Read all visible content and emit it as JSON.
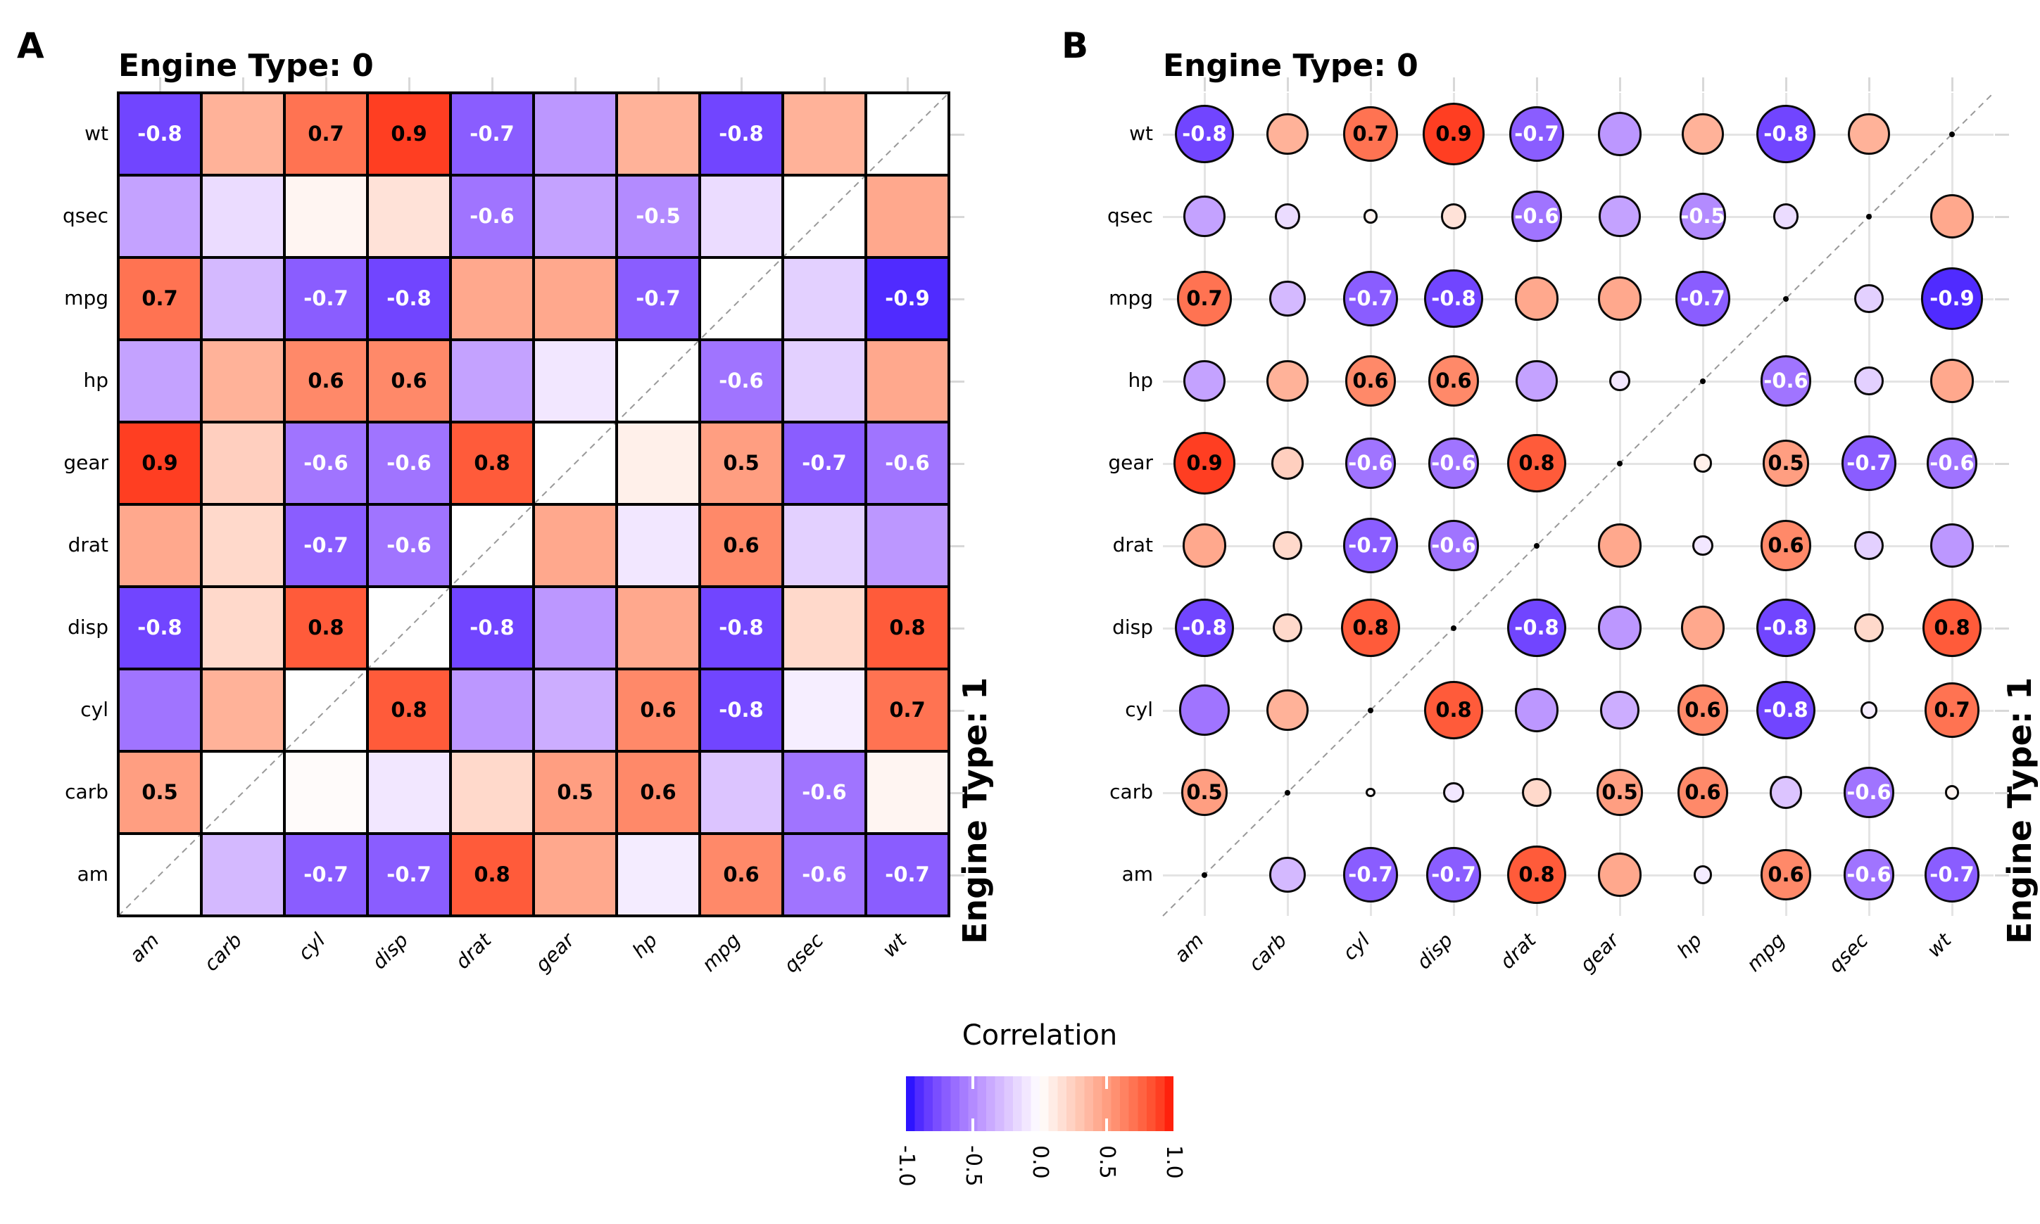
{
  "figure": {
    "panels": [
      {
        "id": "A",
        "letter": "A",
        "title": "Engine Type: 0",
        "right_label": "Engine Type: 1"
      },
      {
        "id": "B",
        "letter": "B",
        "title": "Engine Type: 0",
        "right_label": "Engine Type: 1"
      }
    ],
    "legend": {
      "title": "Correlation",
      "tick_labels": [
        "-1.0",
        "-0.5",
        "0.0",
        "0.5",
        "1.0"
      ],
      "range": [
        -1,
        1
      ]
    },
    "colors": {
      "scale_low": "#0000ff",
      "scale_mid": "#ffffff",
      "scale_high": "#ff0000",
      "cell_border": "#000000",
      "grid_line": "#e4e4e4",
      "tick_mark": "#d8d8d8",
      "diagonal_dash": "#999999",
      "diagonal_dot": "#000000",
      "negative_label_text": "#ffffff",
      "positive_label_text": "#000000"
    }
  },
  "chart_data": [
    {
      "panel": "A",
      "type": "heatmap",
      "title": "Engine Type: 0",
      "right_label": "Engine Type: 1",
      "description": "Correlation matrix heatmap. Upper-left triangle = Engine Type 0, lower-right triangle = Engine Type 1, blank diagonal crossed by a dashed identity line. Numeric labels printed only where |r| >= 0.5.",
      "x_categories": [
        "am",
        "carb",
        "cyl",
        "disp",
        "drat",
        "gear",
        "hp",
        "mpg",
        "qsec",
        "wt"
      ],
      "y_categories_top_to_bottom": [
        "wt",
        "qsec",
        "mpg",
        "hp",
        "gear",
        "drat",
        "disp",
        "cyl",
        "carb",
        "am"
      ],
      "color_scale_limits": [
        -1,
        1
      ],
      "values": [
        [
          -0.8,
          0.4,
          0.7,
          0.9,
          -0.7,
          -0.45,
          0.4,
          -0.8,
          0.4,
          null
        ],
        [
          -0.4,
          -0.15,
          0.05,
          0.15,
          -0.6,
          -0.4,
          -0.5,
          -0.15,
          null,
          0.45
        ],
        [
          0.7,
          -0.3,
          -0.7,
          -0.8,
          0.45,
          0.45,
          -0.7,
          null,
          -0.2,
          -0.9
        ],
        [
          -0.4,
          0.4,
          0.6,
          0.6,
          -0.4,
          -0.1,
          null,
          -0.6,
          -0.2,
          0.45
        ],
        [
          0.9,
          0.25,
          -0.6,
          -0.6,
          0.8,
          null,
          0.08,
          0.5,
          -0.7,
          -0.6
        ],
        [
          0.45,
          0.2,
          -0.7,
          -0.6,
          null,
          0.45,
          -0.1,
          0.6,
          -0.2,
          -0.45
        ],
        [
          -0.8,
          0.2,
          0.8,
          null,
          -0.8,
          -0.45,
          0.45,
          -0.8,
          0.2,
          0.8
        ],
        [
          -0.6,
          0.4,
          null,
          0.8,
          -0.45,
          -0.35,
          0.6,
          -0.8,
          -0.07,
          0.7
        ],
        [
          0.5,
          null,
          0.02,
          -0.1,
          0.2,
          0.5,
          0.6,
          -0.25,
          -0.6,
          0.05
        ],
        [
          null,
          -0.3,
          -0.7,
          -0.7,
          0.8,
          0.45,
          -0.08,
          0.6,
          -0.6,
          -0.7
        ]
      ],
      "labels": [
        [
          "-0.8",
          null,
          "0.7",
          "0.9",
          "-0.7",
          null,
          null,
          "-0.8",
          null,
          null
        ],
        [
          null,
          null,
          null,
          null,
          "-0.6",
          null,
          "-0.5",
          null,
          null,
          null
        ],
        [
          "0.7",
          null,
          "-0.7",
          "-0.8",
          null,
          null,
          "-0.7",
          null,
          null,
          "-0.9"
        ],
        [
          null,
          null,
          "0.6",
          "0.6",
          null,
          null,
          null,
          "-0.6",
          null,
          null
        ],
        [
          "0.9",
          null,
          "-0.6",
          "-0.6",
          "0.8",
          null,
          null,
          "0.5",
          "-0.7",
          "-0.6"
        ],
        [
          null,
          null,
          "-0.7",
          "-0.6",
          null,
          null,
          null,
          "0.6",
          null,
          null
        ],
        [
          "-0.8",
          null,
          "0.8",
          null,
          "-0.8",
          null,
          null,
          "-0.8",
          null,
          "0.8"
        ],
        [
          null,
          null,
          null,
          "0.8",
          null,
          null,
          "0.6",
          "-0.8",
          null,
          "0.7"
        ],
        [
          "0.5",
          null,
          null,
          null,
          null,
          "0.5",
          "0.6",
          null,
          "-0.6",
          null
        ],
        [
          null,
          null,
          "-0.7",
          "-0.7",
          "0.8",
          null,
          null,
          "0.6",
          "-0.6",
          "-0.7"
        ]
      ]
    },
    {
      "panel": "B",
      "type": "scatter",
      "subtype": "circle-correlogram",
      "title": "Engine Type: 0",
      "right_label": "Engine Type: 1",
      "description": "Same correlation matrix as panel A drawn as filled circles on a light grey grid; circle diameter grows with |r| (diameter proportional to sqrt(|r|)); same numeric labels; diagonal shown as tiny black dots along a dashed identity line.",
      "same_matrix_as_panel": "A",
      "x_categories": [
        "am",
        "carb",
        "cyl",
        "disp",
        "drat",
        "gear",
        "hp",
        "mpg",
        "qsec",
        "wt"
      ],
      "y_categories_top_to_bottom": [
        "wt",
        "qsec",
        "mpg",
        "hp",
        "gear",
        "drat",
        "disp",
        "cyl",
        "carb",
        "am"
      ]
    }
  ]
}
